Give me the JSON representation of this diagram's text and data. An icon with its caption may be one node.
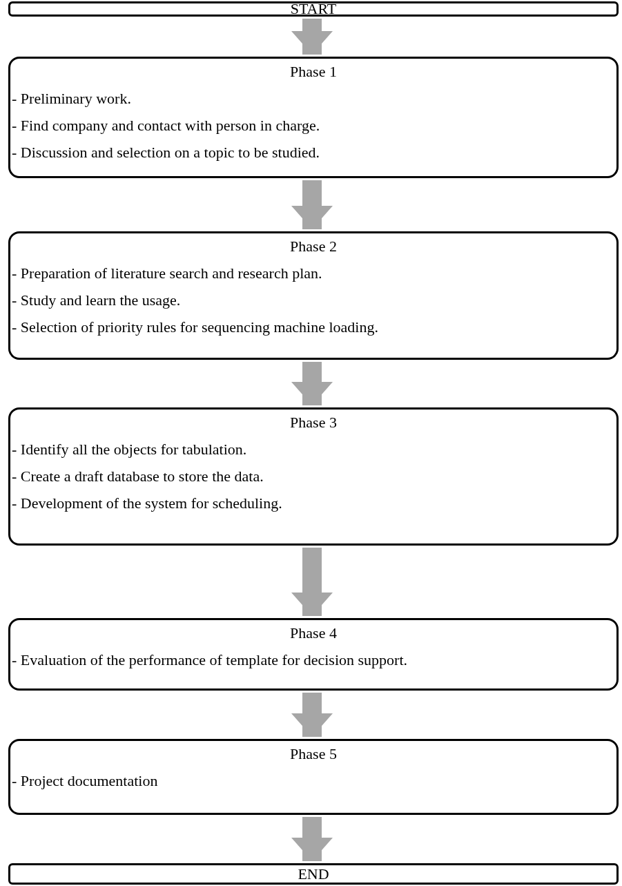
{
  "diagram": {
    "nodes": [
      {
        "text": [
          "START"
        ]
      },
      {
        "text": [
          "Phase 1",
          "- Preliminary work.",
          "- Find company and contact with person in charge.",
          "- Discussion and selection on a topic to be studied."
        ]
      },
      {
        "text": [
          "Phase 2",
          "- Preparation of literature search and research plan.",
          "- Study and learn the usage.",
          "- Selection of priority rules for sequencing machine loading."
        ]
      },
      {
        "text": [
          "Phase 3",
          "- Identify all the objects for tabulation.",
          "- Create a draft database to store the data.",
          "- Development of the system for scheduling."
        ]
      },
      {
        "text": [
          "Phase 4",
          "- Evaluation of the performance of template for decision support."
        ]
      },
      {
        "text": [
          "Phase 5",
          "- Project documentation"
        ]
      },
      {
        "text": [
          "END"
        ]
      }
    ],
    "edges": [
      {
        "from": 0,
        "to": 1,
        "arrow": "to"
      },
      {
        "from": 1,
        "to": 2,
        "arrow": "to"
      },
      {
        "from": 2,
        "to": 3,
        "arrow": "to"
      },
      {
        "from": 3,
        "to": 4,
        "arrow": "to"
      },
      {
        "from": 4,
        "to": 5,
        "arrow": "to"
      },
      {
        "from": 5,
        "to": 6,
        "arrow": "to"
      }
    ]
  }
}
